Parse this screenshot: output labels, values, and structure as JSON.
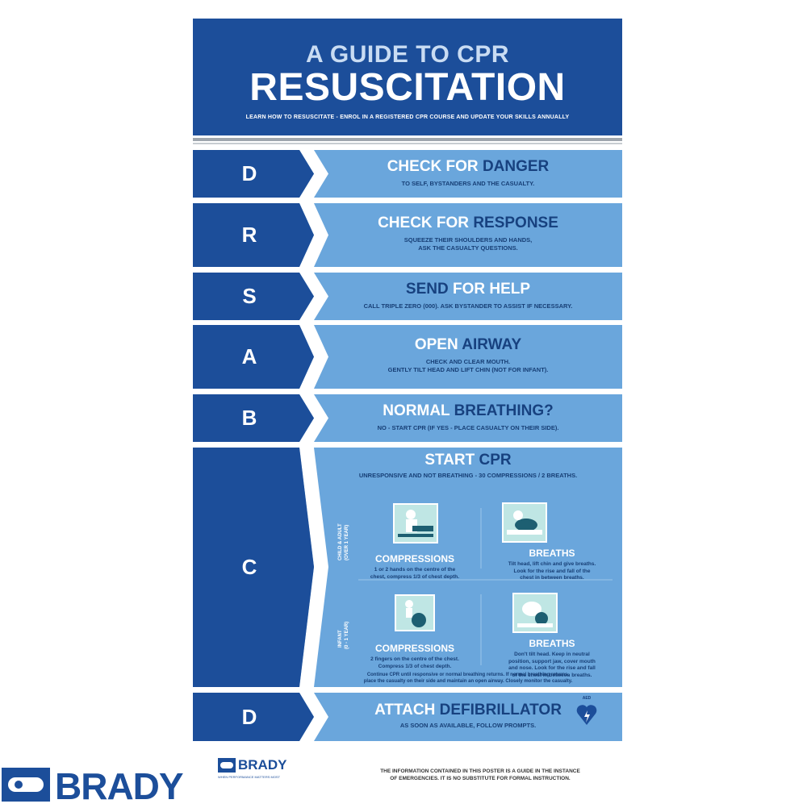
{
  "header": {
    "line1": "A GUIDE TO CPR",
    "line2": "RESUSCITATION",
    "subtitle": "LEARN HOW TO RESUSCITATE - ENROL IN A REGISTERED CPR COURSE AND UPDATE YOUR SKILLS ANNUALLY"
  },
  "steps": [
    {
      "letter": "D",
      "title_a": "CHECK FOR ",
      "title_b": "DANGER",
      "lines": [
        "TO SELF, BYSTANDERS AND THE CASUALTY."
      ]
    },
    {
      "letter": "R",
      "title_a": "CHECK FOR ",
      "title_b": "RESPONSE",
      "lines": [
        "SQUEEZE THEIR SHOULDERS AND HANDS,",
        "ASK THE CASUALTY QUESTIONS."
      ]
    },
    {
      "letter": "S",
      "title_a": "SEND ",
      "title_b": "FOR HELP",
      "lines": [
        "CALL TRIPLE ZERO (000). ASK BYSTANDER TO ASSIST IF NECESSARY."
      ]
    },
    {
      "letter": "A",
      "title_a": "OPEN ",
      "title_b": "AIRWAY",
      "lines": [
        "CHECK AND CLEAR MOUTH.",
        "GENTLY TILT HEAD AND LIFT CHIN (NOT FOR INFANT)."
      ]
    },
    {
      "letter": "B",
      "title_a": "NORMAL ",
      "title_b": "BREATHING?",
      "lines": [
        "NO - START CPR (IF YES - PLACE CASUALTY ON THEIR SIDE)."
      ]
    }
  ],
  "cpr": {
    "letter": "C",
    "title_a": "START ",
    "title_b": "CPR",
    "subtitle": "UNRESPONSIVE AND NOT BREATHING - 30 COMPRESSIONS / 2 BREATHS.",
    "adult_label_1": "CHILD & ADULT",
    "adult_label_2": "(OVER 1 YEAR)",
    "infant_label_1": "INFANT",
    "infant_label_2": "(0 - 1 YEAR)",
    "adult_comp_title": "COMPRESSIONS",
    "adult_comp_text": [
      "1 or 2 hands on the centre of the",
      "chest, compress 1/3 of chest depth."
    ],
    "adult_breath_title": "BREATHS",
    "adult_breath_text": [
      "Tilt head, lift chin and give breaths.",
      "Look for the rise and fall of the",
      "chest in between breaths."
    ],
    "infant_comp_title": "COMPRESSIONS",
    "infant_comp_text": [
      "2 fingers on the centre of the chest.",
      "Compress 1/3 of chest depth."
    ],
    "infant_breath_title": "BREATHS",
    "infant_breath_text": [
      "Don't tilt head. Keep in neutral",
      "position, support jaw, cover mouth",
      "and nose. Look for the rise and fall",
      "of the chest in between breaths."
    ],
    "footer": [
      "Continue CPR until responsive or normal breathing returns. If normal breathing returns,",
      "place the casualty on their side and maintain an open airway. Closely monitor the casualty."
    ]
  },
  "defib": {
    "letter": "D",
    "title_a": "ATTACH ",
    "title_b": "DEFIBRILLATOR",
    "subtitle": "AS SOON AS AVAILABLE, FOLLOW PROMPTS.",
    "aed_label": "AED"
  },
  "footer": {
    "brand": "BRADY",
    "brand_small": "BRADY",
    "tagline": "WHEN PERFORMANCE MATTERS MOST",
    "disclaimer_1": "THE INFORMATION CONTAINED IN THIS POSTER IS A GUIDE IN THE INSTANCE",
    "disclaimer_2": "OF EMERGENCIES. IT IS NO SUBSTITUTE FOR FORMAL INSTRUCTION."
  },
  "colors": {
    "dark_blue": "#1c4e9a",
    "light_blue": "#6aa6dc",
    "navy_text": "#17417f"
  }
}
